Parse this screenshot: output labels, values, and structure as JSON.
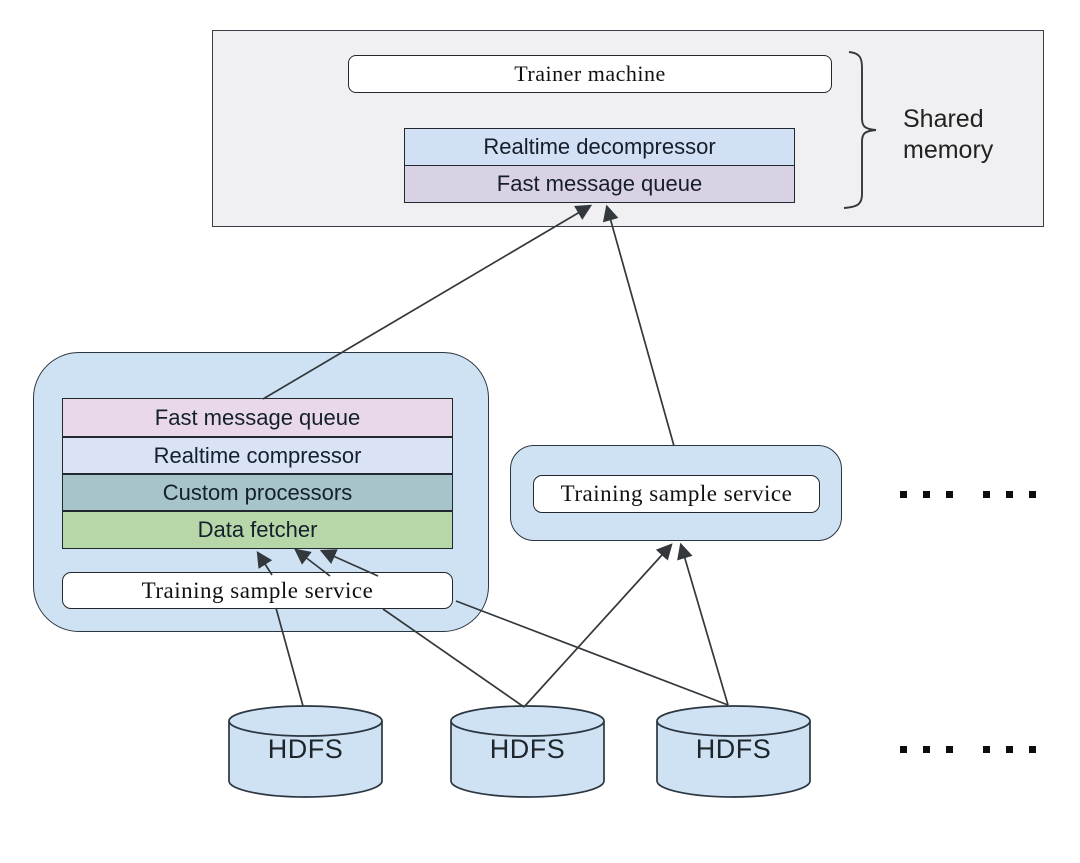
{
  "colors": {
    "container_blue": "#cfe2f3",
    "shared_memory_bg": "#f0eff1",
    "border_dark": "#2b3640",
    "arrow": "#33383d"
  },
  "shared_memory": {
    "label": "Shared memory",
    "trainer_machine_label": "Trainer machine",
    "layers": [
      {
        "label": "Realtime decompressor",
        "color": "#d1e0f5"
      },
      {
        "label": "Fast message queue",
        "color": "#d9d2e4"
      }
    ]
  },
  "left_service": {
    "layers": [
      {
        "label": "Fast message queue",
        "color": "#e9d8e8"
      },
      {
        "label": "Realtime compressor",
        "color": "#dae3f5"
      },
      {
        "label": "Custom processors",
        "color": "#a6c4c9"
      },
      {
        "label": "Data fetcher",
        "color": "#b8d7a9"
      }
    ],
    "service_label": "Training sample service"
  },
  "middle_service": {
    "service_label": "Training sample service"
  },
  "storage_nodes": [
    "HDFS",
    "HDFS",
    "HDFS"
  ],
  "ellipsis": {
    "symbol": "... ...",
    "groups": 2,
    "dots_per_group": 3
  }
}
